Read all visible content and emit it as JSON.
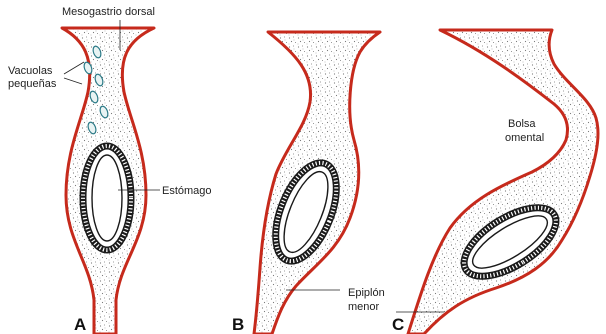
{
  "labels": {
    "mesogastrio": "Mesogastrio dorsal",
    "vacuolas_line1": "Vacuolas",
    "vacuolas_line2": "pequeñas",
    "estomago": "Estómago",
    "bolsa_line1": "Bolsa",
    "bolsa_line2": "omental",
    "epiplon_line1": "Epiplón",
    "epiplon_line2": "menor"
  },
  "panels": [
    "A",
    "B",
    "C"
  ],
  "colors": {
    "wall_outline": "#c62a1c",
    "stipple": "#7a7a7a",
    "vacuole_outline": "#2b7a87",
    "stomach_wall": "#1a1a1a"
  }
}
